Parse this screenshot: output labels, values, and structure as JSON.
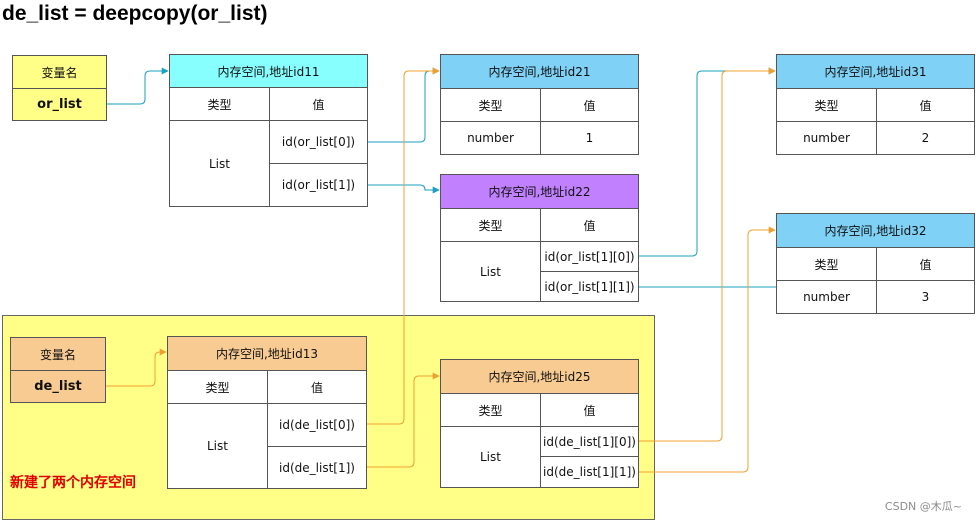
{
  "title": "de_list = deepcopy(or_list)",
  "headers": {
    "type": "类型",
    "value": "值",
    "varname": "变量名"
  },
  "colors": {
    "yellow": "#ffff88",
    "cyan": "#88ffff",
    "skyblue": "#7fd1f5",
    "purple": "#c181ff",
    "orange": "#f8cb93",
    "wire_blue": "#1aa0c0",
    "wire_orange": "#f0a030",
    "note_red": "#e00000"
  },
  "vars": {
    "or": {
      "header": "变量名",
      "name": "or_list"
    },
    "de": {
      "header": "变量名",
      "name": "de_list"
    }
  },
  "mem": {
    "id11": {
      "title": "内存空间,地址id11",
      "type": "List",
      "v0": "id(or_list[0])",
      "v1": "id(or_list[1])"
    },
    "id21": {
      "title": "内存空间,地址id21",
      "type": "number",
      "value": "1"
    },
    "id22": {
      "title": "内存空间,地址id22",
      "type": "List",
      "v0": "id(or_list[1][0])",
      "v1": "id(or_list[1][1])"
    },
    "id31": {
      "title": "内存空间,地址id31",
      "type": "number",
      "value": "2"
    },
    "id32": {
      "title": "内存空间,地址id32",
      "type": "number",
      "value": "3"
    },
    "id13": {
      "title": "内存空间,地址id13",
      "type": "List",
      "v0": "id(de_list[0])",
      "v1": "id(de_list[1])"
    },
    "id25": {
      "title": "内存空间,地址id25",
      "type": "List",
      "v0": "id(de_list[1][0])",
      "v1": "id(de_list[1][1])"
    }
  },
  "note": "新建了两个内存空间",
  "watermark": "CSDN @木瓜~"
}
